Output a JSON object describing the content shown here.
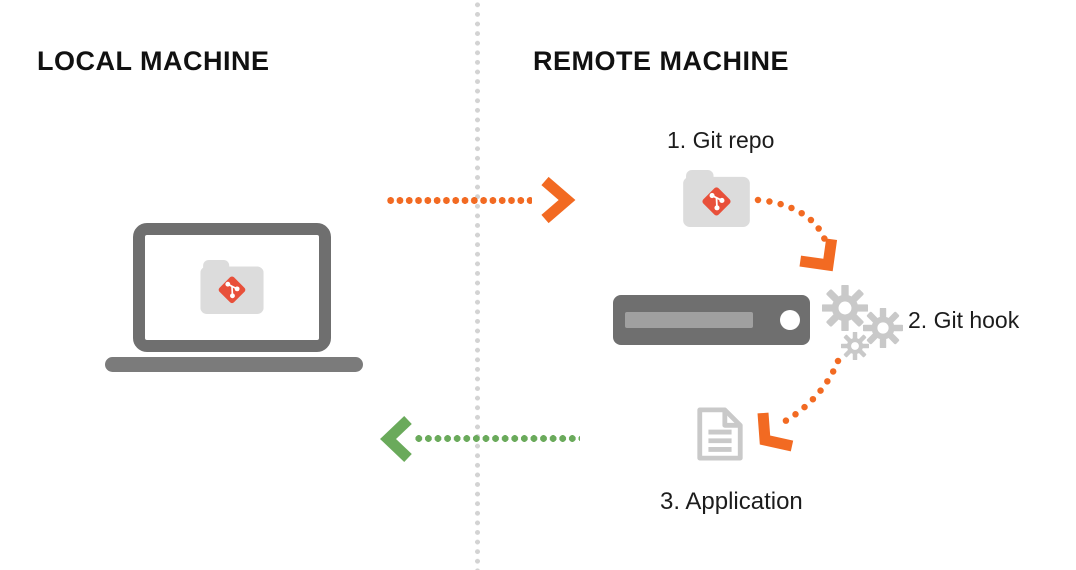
{
  "diagram": {
    "local": {
      "title": "LOCAL MACHINE"
    },
    "remote": {
      "title": "REMOTE MACHINE"
    },
    "steps": [
      {
        "label": "1. Git repo"
      },
      {
        "label": "2. Git hook"
      },
      {
        "label": "3. Application"
      }
    ],
    "flows": [
      {
        "name": "push-local-to-remote",
        "style": "dotted",
        "color": "#f26a22",
        "direction": "right"
      },
      {
        "name": "repo-to-git-hook",
        "style": "dotted",
        "color": "#f26a22",
        "direction": "down-right"
      },
      {
        "name": "git-hook-to-application",
        "style": "dotted",
        "color": "#f26a22",
        "direction": "down-left"
      },
      {
        "name": "remote-to-local-return",
        "style": "dotted",
        "color": "#6aaa5b",
        "direction": "left"
      }
    ],
    "colors": {
      "arrow_orange": "#f26a22",
      "arrow_green": "#6aaa5b",
      "git_red": "#e8503a",
      "machine_gray": "#6f6f6f",
      "icon_light_gray": "#c9c9c9",
      "folder_gray": "#dcdcdc",
      "divider_gray": "#d3d3d3"
    },
    "icons": [
      "laptop-icon",
      "git-folder-icon",
      "server-icon",
      "gears-icon",
      "document-icon"
    ]
  }
}
